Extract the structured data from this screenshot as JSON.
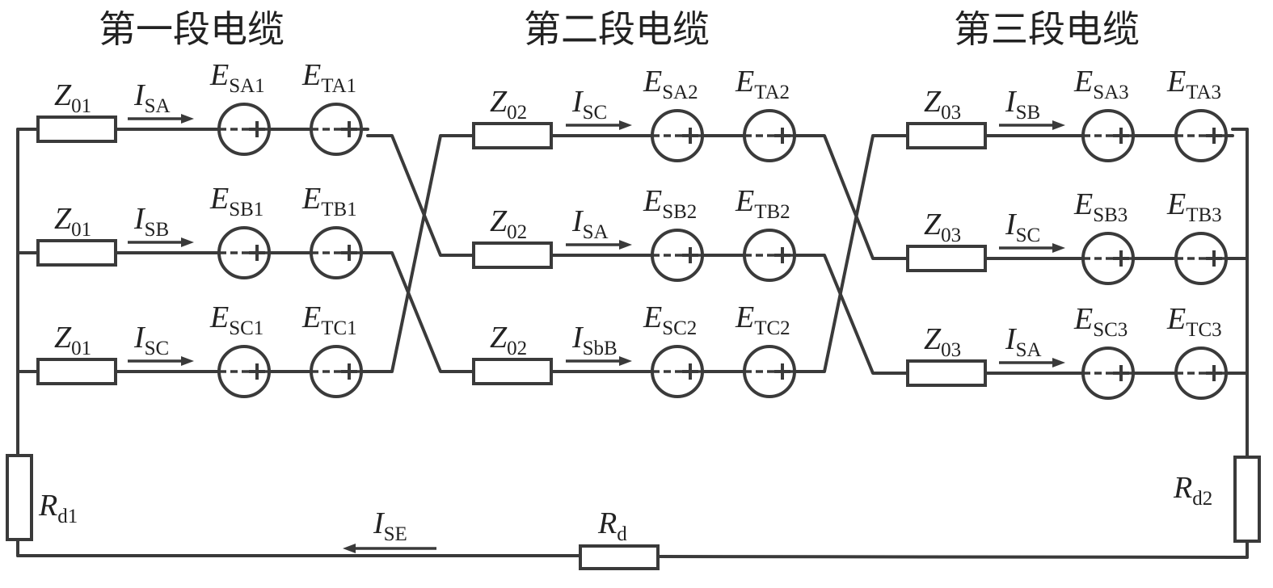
{
  "titles": [
    "第一段电缆",
    "第二段电缆",
    "第三段电缆"
  ],
  "sections": [
    {
      "rows": [
        {
          "z_sym": "Z",
          "z_sub": "01",
          "i_sym": "I",
          "i_sub": "SA",
          "es_sym": "E",
          "es_sub": "SA1",
          "et_sym": "E",
          "et_sub": "TA1"
        },
        {
          "z_sym": "Z",
          "z_sub": "01",
          "i_sym": "I",
          "i_sub": "SB",
          "es_sym": "E",
          "es_sub": "SB1",
          "et_sym": "E",
          "et_sub": "TB1"
        },
        {
          "z_sym": "Z",
          "z_sub": "01",
          "i_sym": "I",
          "i_sub": "SC",
          "es_sym": "E",
          "es_sub": "SC1",
          "et_sym": "E",
          "et_sub": "TC1"
        }
      ]
    },
    {
      "rows": [
        {
          "z_sym": "Z",
          "z_sub": "02",
          "i_sym": "I",
          "i_sub": "SC",
          "es_sym": "E",
          "es_sub": "SA2",
          "et_sym": "E",
          "et_sub": "TA2"
        },
        {
          "z_sym": "Z",
          "z_sub": "02",
          "i_sym": "I",
          "i_sub": "SA",
          "es_sym": "E",
          "es_sub": "SB2",
          "et_sym": "E",
          "et_sub": "TB2"
        },
        {
          "z_sym": "Z",
          "z_sub": "02",
          "i_sym": "I",
          "i_sub": "SbB",
          "es_sym": "E",
          "es_sub": "SC2",
          "et_sym": "E",
          "et_sub": "TC2"
        }
      ]
    },
    {
      "rows": [
        {
          "z_sym": "Z",
          "z_sub": "03",
          "i_sym": "I",
          "i_sub": "SB",
          "es_sym": "E",
          "es_sub": "SA3",
          "et_sym": "E",
          "et_sub": "TA3"
        },
        {
          "z_sym": "Z",
          "z_sub": "03",
          "i_sym": "I",
          "i_sub": "SC",
          "es_sym": "E",
          "es_sub": "SB3",
          "et_sym": "E",
          "et_sub": "TB3"
        },
        {
          "z_sym": "Z",
          "z_sub": "03",
          "i_sym": "I",
          "i_sub": "SA",
          "es_sym": "E",
          "es_sub": "SC3",
          "et_sym": "E",
          "et_sub": "TC3"
        }
      ]
    }
  ],
  "ground": {
    "rd1_sym": "R",
    "rd1_sub": "d1",
    "rd2_sym": "R",
    "rd2_sub": "d2",
    "rd_sym": "R",
    "rd_sub": "d",
    "ise_sym": "I",
    "ise_sub": "SE"
  }
}
